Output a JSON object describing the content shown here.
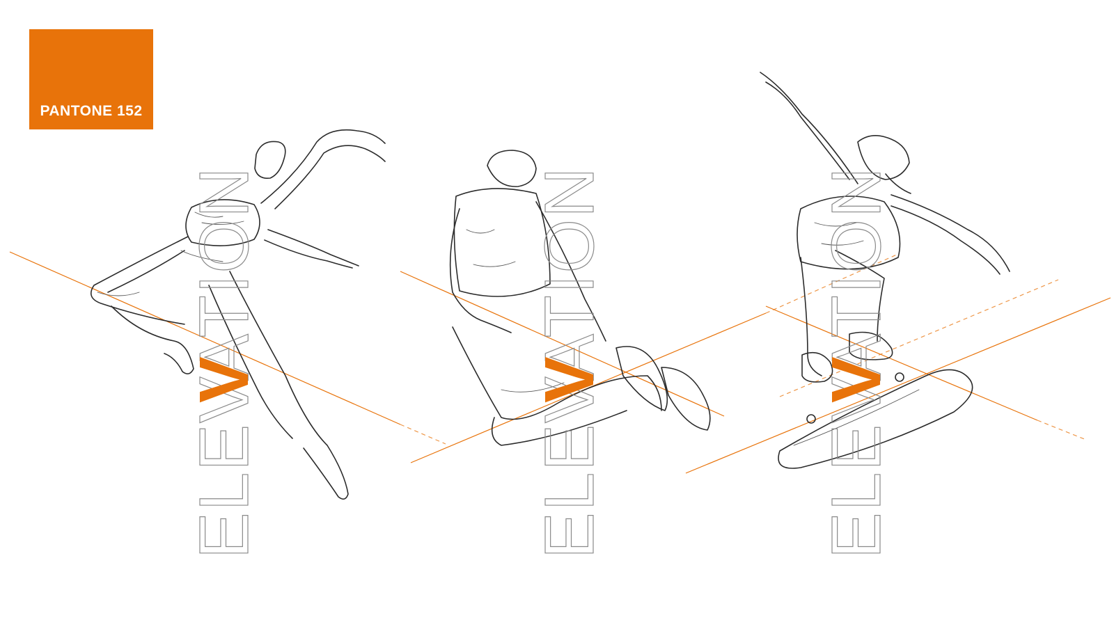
{
  "brand": {
    "accent_color": "#E8730A",
    "swatch_label": "PANTONE 152"
  },
  "words": [
    {
      "text": "ELEVATION",
      "accent_letter": "V"
    },
    {
      "text": "ELEVATION",
      "accent_letter": "V"
    },
    {
      "text": "ELEVATION",
      "accent_letter": "V"
    }
  ],
  "figures": [
    {
      "subject": "dancer-leap"
    },
    {
      "subject": "jumper-knees-up"
    },
    {
      "subject": "skateboarder-kickflip"
    }
  ]
}
